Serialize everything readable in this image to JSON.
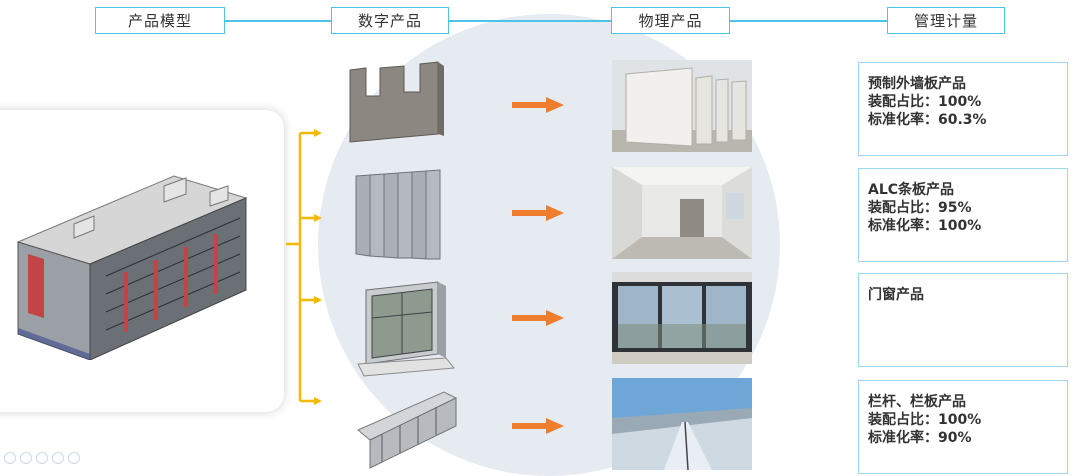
{
  "headers": {
    "product_model": "产品模型",
    "digital_product": "数字产品",
    "physical_product": "物理产品",
    "management": "管理计量"
  },
  "colors": {
    "header_border": "#4cc3e8",
    "bracket": "#f6b700",
    "arrow": "#ef7d2e",
    "circle_bg": "#e6ebf2",
    "info_border": "#9fd6ef"
  },
  "products": [
    {
      "icon": "precast-wall-panel-icon",
      "photo": "wall-panel-yard-photo",
      "lines": [
        "预制外墙板产品",
        "装配占比：100%",
        "标准化率：60.3%"
      ]
    },
    {
      "icon": "alc-strip-panel-icon",
      "photo": "alc-interior-room-photo",
      "lines": [
        "ALC条板产品",
        "装配占比：95%",
        "标准化率：100%"
      ]
    },
    {
      "icon": "window-door-unit-icon",
      "photo": "window-view-photo",
      "lines": [
        "门窗产品"
      ]
    },
    {
      "icon": "railing-panel-icon",
      "photo": "rooftop-railing-photo",
      "lines": [
        "栏杆、栏板产品",
        "装配占比：100%",
        "标准化率：90%"
      ]
    }
  ],
  "building_model_icon": "building-bim-model-icon"
}
